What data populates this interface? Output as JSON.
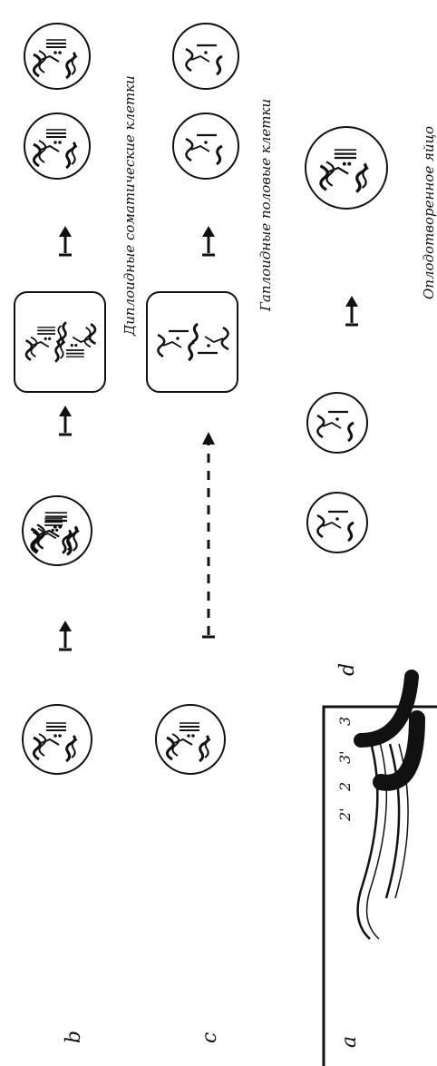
{
  "labels": {
    "row_b": "b",
    "row_c": "c",
    "row_d": "d",
    "panel_a": "a",
    "diploid_caption": "Диплоидные соматические клетки",
    "haploid_caption": "Гаплоидные половые клетки",
    "zygote_caption": "Оплодотворенное яйцо",
    "chrom_3": "3",
    "chrom_3p": "3'",
    "chrom_2": "2",
    "chrom_2p": "2'"
  },
  "colors": {
    "ink": "#111111",
    "background": "#ffffff"
  }
}
